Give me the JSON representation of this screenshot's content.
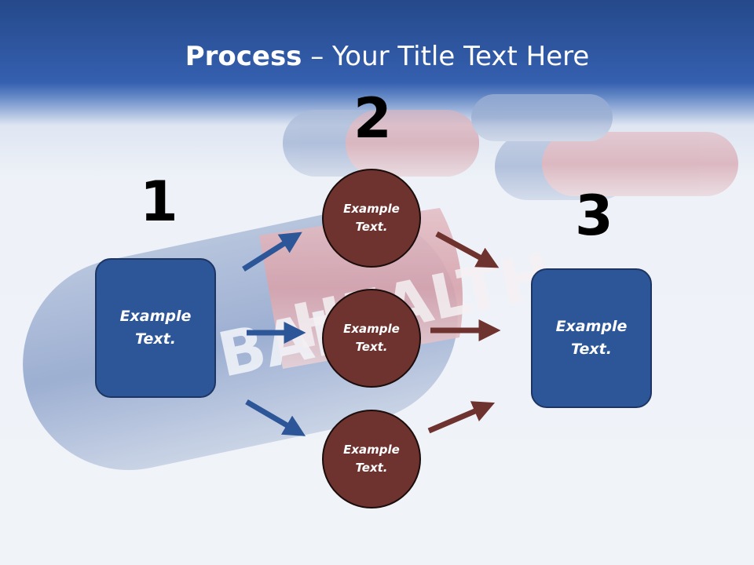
{
  "title": {
    "bold": "Process",
    "rest": " – Your Title Text Here"
  },
  "steps": {
    "one": "1",
    "two": "2",
    "three": "3"
  },
  "left_box": {
    "line1": "Example",
    "line2": "Text."
  },
  "circles": [
    {
      "line1": "Example",
      "line2": "Text."
    },
    {
      "line1": "Example",
      "line2": "Text."
    },
    {
      "line1": "Example",
      "line2": "Text."
    }
  ],
  "right_box": {
    "line1": "Example",
    "line2": "Text."
  },
  "colors": {
    "box_fill": "#2d5699",
    "circle_fill": "#6e322f",
    "blue_arrow": "#2d5699",
    "red_arrow": "#6e322f",
    "header": "#2e58a4"
  }
}
